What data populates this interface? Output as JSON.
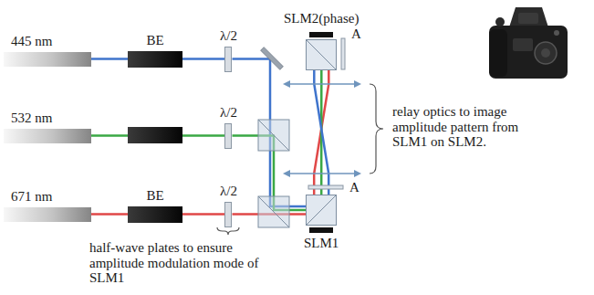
{
  "diagram": {
    "nodes": [
      {
        "text": [
          "445 nm"
        ]
      },
      {
        "text": [
          "BE"
        ]
      },
      {
        "text": [
          "λ/2"
        ]
      },
      {
        "text": [
          "532 nm"
        ]
      },
      {
        "text": [
          "λ/2"
        ]
      },
      {
        "text": [
          "671 nm"
        ]
      },
      {
        "text": [
          "BE"
        ]
      },
      {
        "text": [
          "λ/2"
        ]
      },
      {
        "text": [
          "SLM2(phase)"
        ]
      },
      {
        "text": [
          "SLM1"
        ]
      }
    ],
    "edges": [
      {
        "from": 0,
        "to": 1,
        "arrow": "none"
      },
      {
        "from": 1,
        "to": 2,
        "arrow": "none"
      },
      {
        "from": 3,
        "to": 4,
        "arrow": "none"
      },
      {
        "from": 5,
        "to": 6,
        "arrow": "none"
      },
      {
        "from": 6,
        "to": 7,
        "arrow": "none"
      },
      {
        "from": 2,
        "to": 9,
        "arrow": "none"
      },
      {
        "from": 4,
        "to": 9,
        "arrow": "none"
      },
      {
        "from": 7,
        "to": 9,
        "arrow": "none"
      },
      {
        "from": 9,
        "to": 8,
        "arrow": "none"
      }
    ],
    "labels": [
      "A",
      "A",
      "relay optics to image amplitude pattern from SLM1 on SLM2.",
      "half-wave plates to ensure amplitude modulation mode of SLM1"
    ]
  }
}
